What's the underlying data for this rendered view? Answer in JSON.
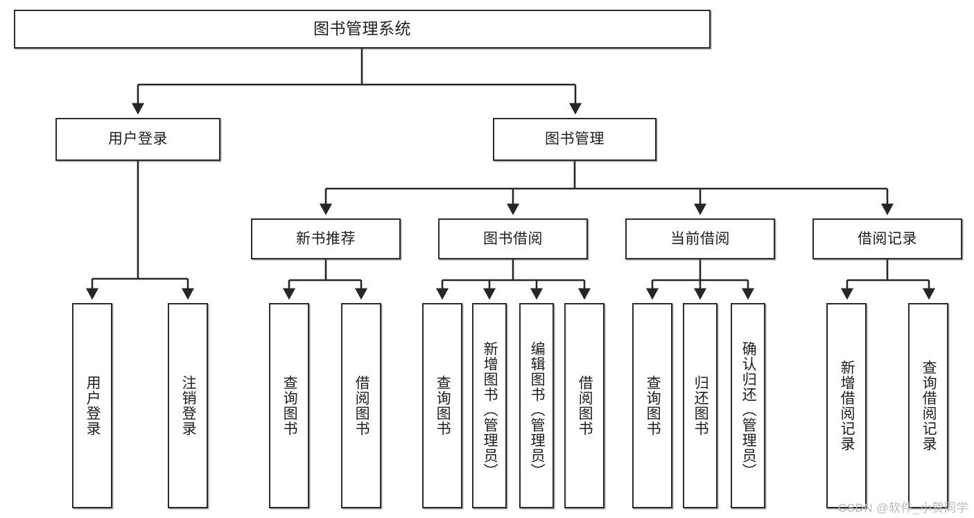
{
  "diagram": {
    "title": "图书管理系统",
    "type": "tree",
    "root": {
      "id": "root",
      "label": "图书管理系统"
    },
    "level2": [
      {
        "id": "user-login",
        "label": "用户登录"
      },
      {
        "id": "book-manage",
        "label": "图书管理"
      }
    ],
    "level3": [
      {
        "id": "new-book-rec",
        "label": "新书推荐"
      },
      {
        "id": "book-borrow",
        "label": "图书借阅"
      },
      {
        "id": "current-loan",
        "label": "当前借阅"
      },
      {
        "id": "loan-record",
        "label": "借阅记录"
      }
    ],
    "leaves": [
      {
        "id": "leaf-user-login",
        "label": "用户登录",
        "parent": "user-login"
      },
      {
        "id": "leaf-user-logout",
        "label": "注销登录",
        "parent": "user-login"
      },
      {
        "id": "leaf-query-book-rec",
        "label": "查询图书",
        "parent": "new-book-rec"
      },
      {
        "id": "leaf-borrow-book-rec",
        "label": "借阅图书",
        "parent": "new-book-rec"
      },
      {
        "id": "leaf-query-book-borrow",
        "label": "查询图书",
        "parent": "book-borrow"
      },
      {
        "id": "leaf-add-book",
        "label": "新增图书（管理员）",
        "parent": "book-borrow"
      },
      {
        "id": "leaf-edit-book",
        "label": "编辑图书（管理员）",
        "parent": "book-borrow"
      },
      {
        "id": "leaf-borrow-book",
        "label": "借阅图书",
        "parent": "book-borrow"
      },
      {
        "id": "leaf-query-book-current",
        "label": "查询图书",
        "parent": "current-loan"
      },
      {
        "id": "leaf-return-book",
        "label": "归还图书",
        "parent": "current-loan"
      },
      {
        "id": "leaf-confirm-return",
        "label": "确认归还（管理员）",
        "parent": "current-loan"
      },
      {
        "id": "leaf-add-loan-record",
        "label": "新增借阅记录",
        "parent": "loan-record"
      },
      {
        "id": "leaf-query-loan-record",
        "label": "查询借阅记录",
        "parent": "loan-record"
      }
    ]
  },
  "watermark": {
    "text": "CSDN @软件_小贺同学"
  },
  "colors": {
    "box_border": "#2b2b2b",
    "box_fill": "#ffffff",
    "edge": "#262626",
    "text": "#1d1d1d",
    "watermark": "#b9b9b9",
    "background": "#ffffff"
  }
}
